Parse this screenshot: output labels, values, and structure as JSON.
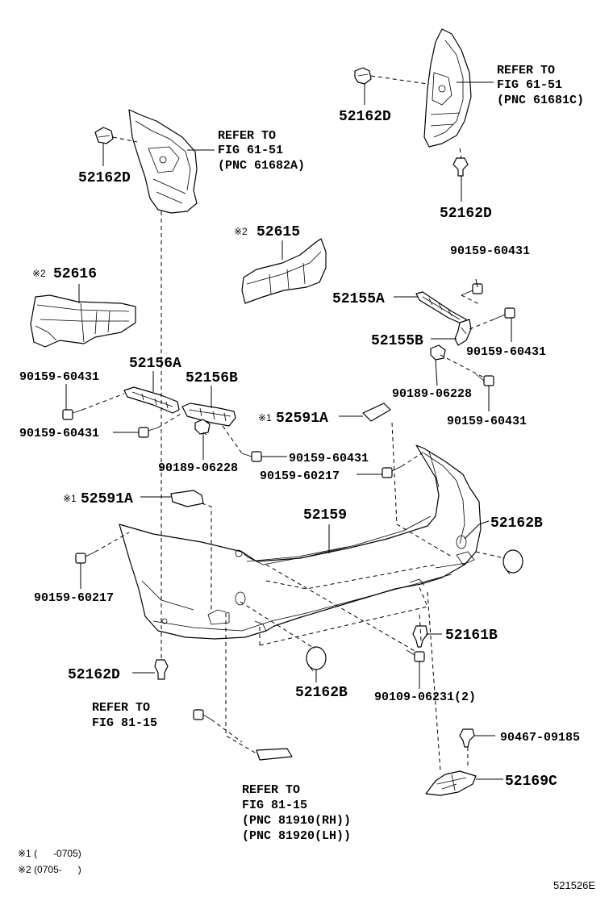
{
  "labels": {
    "p52162D_a": "52162D",
    "p52162D_b": "52162D",
    "p52162D_c": "52162D",
    "p52162D_d": "52162D",
    "p52616": "52616",
    "p52615": "52615",
    "p52155A": "52155A",
    "p52155B": "52155B",
    "p52156A": "52156A",
    "p52156B": "52156B",
    "p52591A_a": "52591A",
    "p52591A_b": "52591A",
    "p52159": "52159",
    "p52162B_a": "52162B",
    "p52162B_b": "52162B",
    "p52161B": "52161B",
    "p52169C": "52169C",
    "b60431_a": "90159-60431",
    "b60431_b": "90159-60431",
    "b60431_c": "90159-60431",
    "b60431_d": "90159-60431",
    "b60431_e": "90159-60431",
    "b60431_f": "90159-60431",
    "b06228_a": "90189-06228",
    "b06228_b": "90189-06228",
    "b60217_a": "90159-60217",
    "b60217_b": "90159-60217",
    "b06231": "90109-06231(2)",
    "b09185": "90467-09185"
  },
  "marks": {
    "m1": "※1",
    "m2": "※2"
  },
  "refs": {
    "ref_right": [
      "REFER TO",
      "FIG 61-51",
      "(PNC 61681C)"
    ],
    "ref_left": [
      "REFER TO",
      "FIG 61-51",
      "(PNC 61682A)"
    ],
    "ref_fog_bolt": [
      "REFER TO",
      "FIG 81-15"
    ],
    "ref_fog": [
      "REFER TO",
      "FIG 81-15",
      "(PNC 81910(RH))",
      "(PNC 81920(LH))"
    ]
  },
  "footnotes": {
    "n1": "※1 (      -0705)",
    "n2": "※2 (0705-      )"
  },
  "figure_code": "521526E"
}
